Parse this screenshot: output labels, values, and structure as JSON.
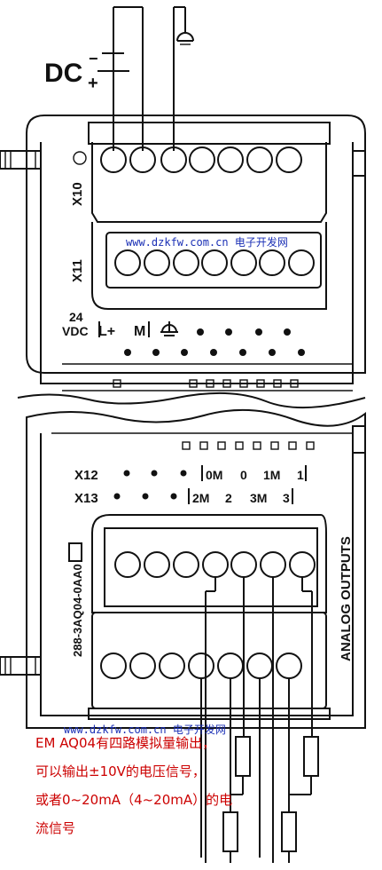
{
  "power": {
    "label": "DC",
    "minus": "−",
    "plus": "+"
  },
  "top_module": {
    "row_x10": "X10",
    "row_x11": "X11",
    "voltage_line1": "24",
    "voltage_line2": "VDC",
    "term_lplus": "L+",
    "term_m": "M",
    "watermark": "www.dzkfw.com.cn 电子开发网"
  },
  "bottom_module": {
    "row_x12": "X12",
    "row_x13": "X13",
    "x12_terms": [
      "0M",
      "0",
      "1M",
      "1"
    ],
    "x13_terms": [
      "2M",
      "2",
      "3M",
      "3"
    ],
    "part_number": "288-3AQ04-0AA0",
    "title": "ANALOG OUTPUTS"
  },
  "note": {
    "watermark": "www.dzkfw.com.cn 电子开发网",
    "lines": [
      "EM AQ04有四路模拟量输出，",
      "可以输出±10V的电压信号，",
      "或者0~20mA（4~20mA）的电",
      "流信号"
    ]
  }
}
